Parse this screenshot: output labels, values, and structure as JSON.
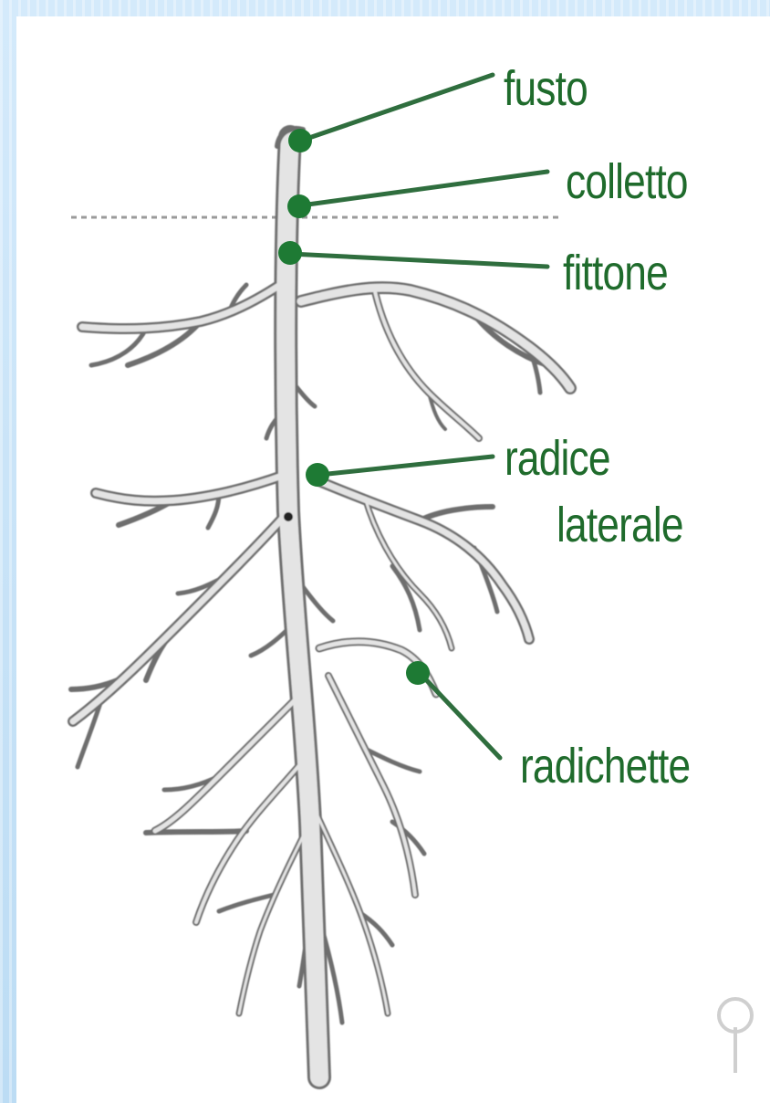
{
  "labels": {
    "stem": "fusto",
    "collar": "colletto",
    "taproot": "fittone",
    "lateral_line1": "radice",
    "lateral_line2": "laterale",
    "rootlets": "radichette"
  },
  "colors": {
    "label_green": "#1f6b2c",
    "marker_green": "#1e7a34",
    "root_fill": "#e4e4e4",
    "root_outline": "#6e6e6e",
    "background": "#cfe6f7"
  }
}
